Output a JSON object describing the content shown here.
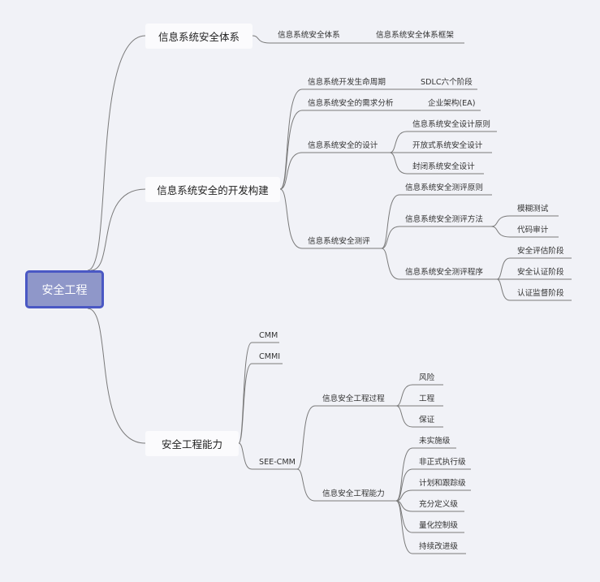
{
  "root": {
    "label": "安全工程"
  },
  "branches": {
    "b1": {
      "label": "信息系统安全体系",
      "c1": {
        "label": "信息系统安全体系",
        "c1": {
          "label": "信息系统安全体系框架"
        }
      }
    },
    "b2": {
      "label": "信息系统安全的开发构建",
      "c1": {
        "label": "信息系统开发生命周期",
        "c1": {
          "label": "SDLC六个阶段"
        }
      },
      "c2": {
        "label": "信息系统安全的需求分析",
        "c1": {
          "label": "企业架构(EA)"
        }
      },
      "c3": {
        "label": "信息系统安全的设计",
        "c1": {
          "label": "信息系统安全设计原则"
        },
        "c2": {
          "label": "开放式系统安全设计"
        },
        "c3": {
          "label": "封闭系统安全设计"
        }
      },
      "c4": {
        "label": "信息系统安全测评",
        "c1": {
          "label": "信息系统安全测评原则"
        },
        "c2": {
          "label": "信息系统安全测评方法",
          "c1": {
            "label": "模糊测试"
          },
          "c2": {
            "label": "代码审计"
          }
        },
        "c3": {
          "label": "信息系统安全测评程序",
          "c1": {
            "label": "安全评估阶段"
          },
          "c2": {
            "label": "安全认证阶段"
          },
          "c3": {
            "label": "认证监督阶段"
          }
        }
      }
    },
    "b3": {
      "label": "安全工程能力",
      "c1": {
        "label": "CMM"
      },
      "c2": {
        "label": "CMMI"
      },
      "c3": {
        "label": "SEE-CMM",
        "c1": {
          "label": "信息安全工程过程",
          "c1": {
            "label": "风险"
          },
          "c2": {
            "label": "工程"
          },
          "c3": {
            "label": "保证"
          }
        },
        "c2": {
          "label": "信息安全工程能力",
          "c1": {
            "label": "未实施级"
          },
          "c2": {
            "label": "非正式执行级"
          },
          "c3": {
            "label": "计划和跟踪级"
          },
          "c4": {
            "label": "充分定义级"
          },
          "c5": {
            "label": "量化控制级"
          },
          "c6": {
            "label": "持续改进级"
          }
        }
      }
    }
  },
  "colors": {
    "background": "#f1f2f7",
    "root_fill": "#8f97c9",
    "root_border": "#4a58c4",
    "line": "#7a7a7a"
  }
}
